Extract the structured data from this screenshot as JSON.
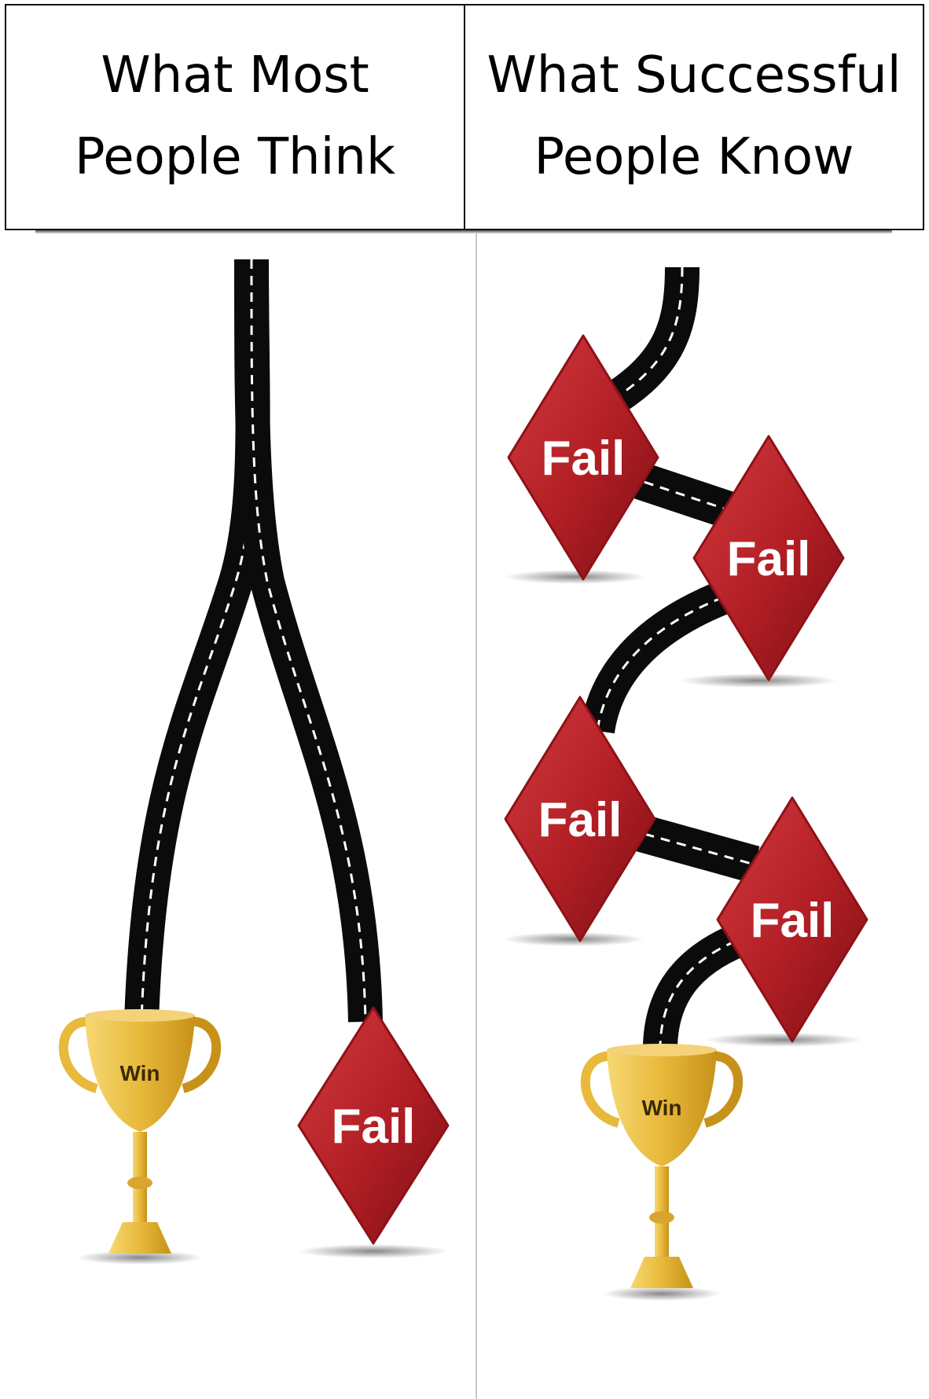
{
  "header": {
    "left_line1": "What Most",
    "left_line2": "People Think",
    "right_line1": "What Successful",
    "right_line2": "People Know"
  },
  "labels": {
    "fail": "Fail",
    "win": "Win"
  },
  "colors": {
    "road": "#0b0b0b",
    "road_dash": "#ffffff",
    "diamond": "#b01e24",
    "diamond_dark": "#7a0f14",
    "trophy": "#e8b93a",
    "trophy_dark": "#c7921a"
  }
}
